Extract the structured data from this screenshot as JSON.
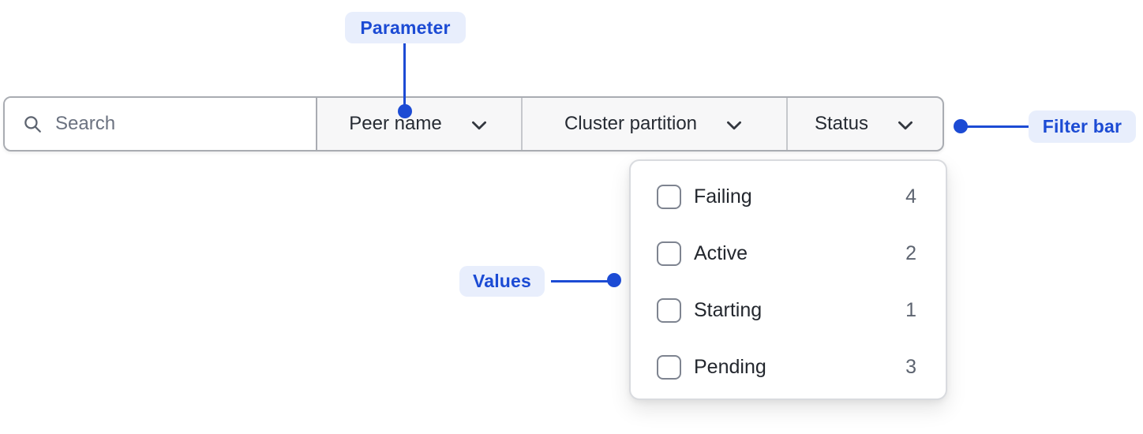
{
  "colors": {
    "accent_blue": "#1c4bd4",
    "badge_bg": "#e8eefc",
    "bar_border": "#a9acb2",
    "segment_bg": "#f7f7f8",
    "panel_border": "#d9dbdf",
    "text_dark": "#262b33",
    "text_gray": "#5d6470"
  },
  "annotations": {
    "parameter_label": "Parameter",
    "filter_bar_label": "Filter bar",
    "values_label": "Values"
  },
  "filter_bar": {
    "search": {
      "placeholder": "Search",
      "value": ""
    },
    "dropdowns": [
      {
        "label": "Peer name"
      },
      {
        "label": "Cluster partition"
      },
      {
        "label": "Status"
      }
    ]
  },
  "dropdown_panel": {
    "parent": "Status",
    "items": [
      {
        "label": "Failing",
        "count": "4",
        "checked": false
      },
      {
        "label": "Active",
        "count": "2",
        "checked": false
      },
      {
        "label": "Starting",
        "count": "1",
        "checked": false
      },
      {
        "label": "Pending",
        "count": "3",
        "checked": false
      }
    ]
  }
}
